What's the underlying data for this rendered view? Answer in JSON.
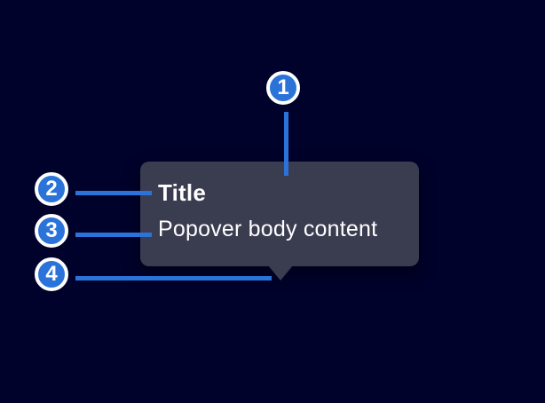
{
  "colors": {
    "background": "#00022b",
    "accent_blue": "#2b73d9",
    "popover_bg": "#3a3c50",
    "text_white": "#ffffff",
    "badge_ring": "#ffffff"
  },
  "popover": {
    "title": "Title",
    "body": "Popover body content"
  },
  "callouts": [
    {
      "number": "1"
    },
    {
      "number": "2"
    },
    {
      "number": "3"
    },
    {
      "number": "4"
    }
  ]
}
